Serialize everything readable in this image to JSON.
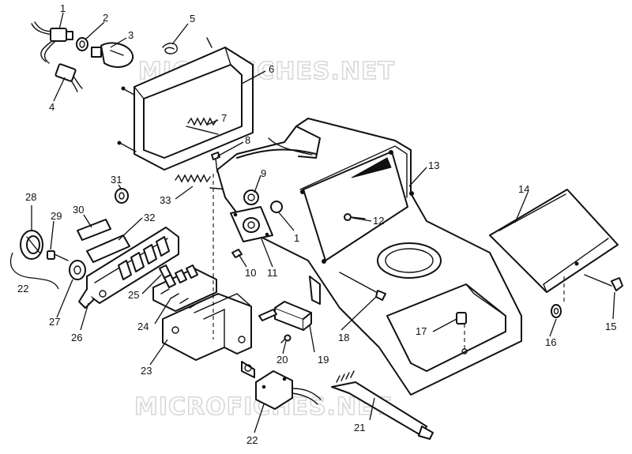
{
  "watermarks": [
    "MICROFICHES.NET",
    "MICROFICHES.NET"
  ],
  "callouts": [
    "1",
    "2",
    "3",
    "4",
    "5",
    "6",
    "7",
    "8",
    "9",
    "10",
    "11",
    "1",
    "12",
    "13",
    "14",
    "15",
    "16",
    "17",
    "18",
    "19",
    "20",
    "21",
    "22",
    "22",
    "23",
    "24",
    "25",
    "26",
    "27",
    "28",
    "29",
    "30",
    "31",
    "32",
    "33"
  ]
}
